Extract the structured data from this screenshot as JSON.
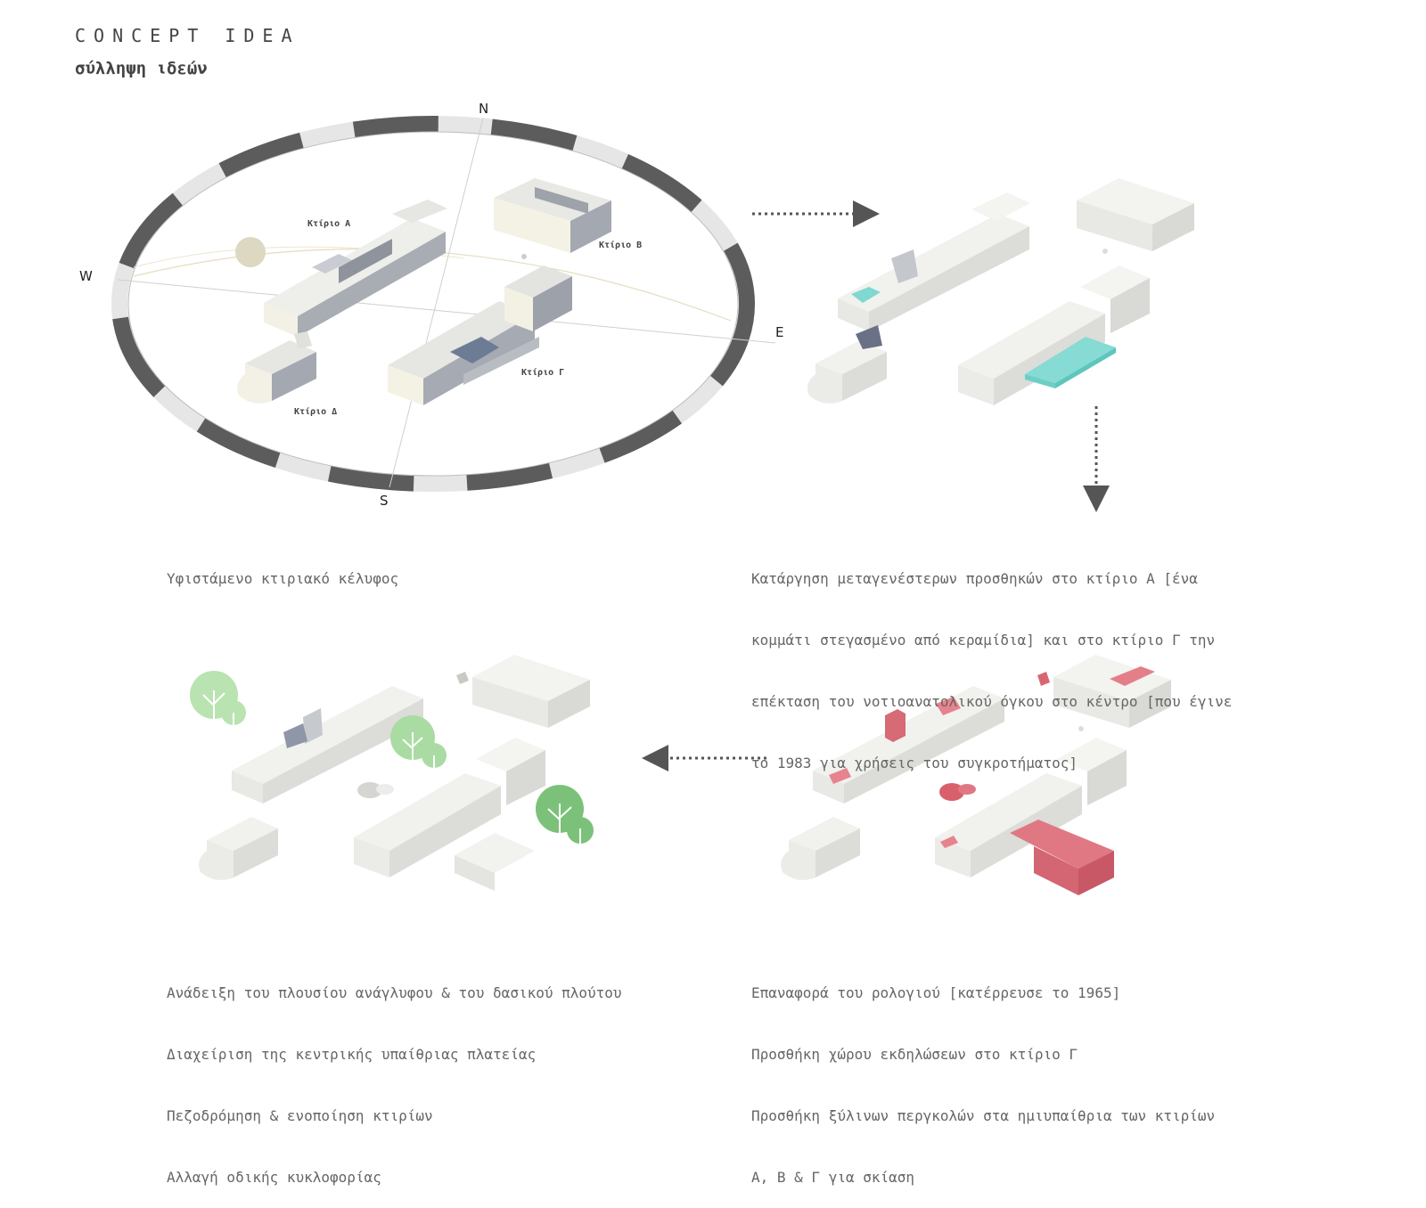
{
  "header": {
    "title": "CONCEPT IDEA",
    "subtitle": "σύλληψη ιδεών"
  },
  "compass": {
    "north": "N",
    "south": "S",
    "east": "E",
    "west": "W"
  },
  "buildings": {
    "a": "Κτίριο Α",
    "b": "Κτίριο Β",
    "c": "Κτίριο Γ",
    "d": "Κτίριο Δ"
  },
  "colors": {
    "removed": "#7fd8d1",
    "added": "#e07883",
    "trees": "#b9e3b0",
    "tree_dark": "#7cc17a",
    "compass_ring_dark": "#5a5a5a",
    "compass_ring_light": "#e8e8e8"
  },
  "captions": {
    "existing": "Υφιστάμενο κτιριακό κέλυφος",
    "removal": [
      "Κατάργηση μεταγενέστερων προσθηκών στο κτίριο Α [ένα",
      "κομμάτι στεγασμένο από κεραμίδια] και στο κτίριο Γ την",
      "επέκταση του νοτιοανατολικού όγκου στο κέντρο [που έγινε",
      "το 1983 για χρήσεις του συγκροτήματος]"
    ],
    "landscape": [
      "Ανάδειξη του πλουσίου ανάγλυφου & του δασικού πλούτου",
      "Διαχείριση της κεντρικής υπαίθριας πλατείας",
      "Πεζοδρόμηση & ενοποίηση κτιρίων",
      "Αλλαγή οδικής κυκλοφορίας"
    ],
    "restoration": [
      "Επαναφορά του ρολογιού [κατέρρευσε το 1965]",
      "Προσθήκη χώρου εκδηλώσεων στο κτίριο Γ",
      "Προσθήκη ξύλινων περγκολών στα ημιυπαίθρια των κτιρίων",
      "Α, Β & Γ για σκίαση"
    ]
  }
}
